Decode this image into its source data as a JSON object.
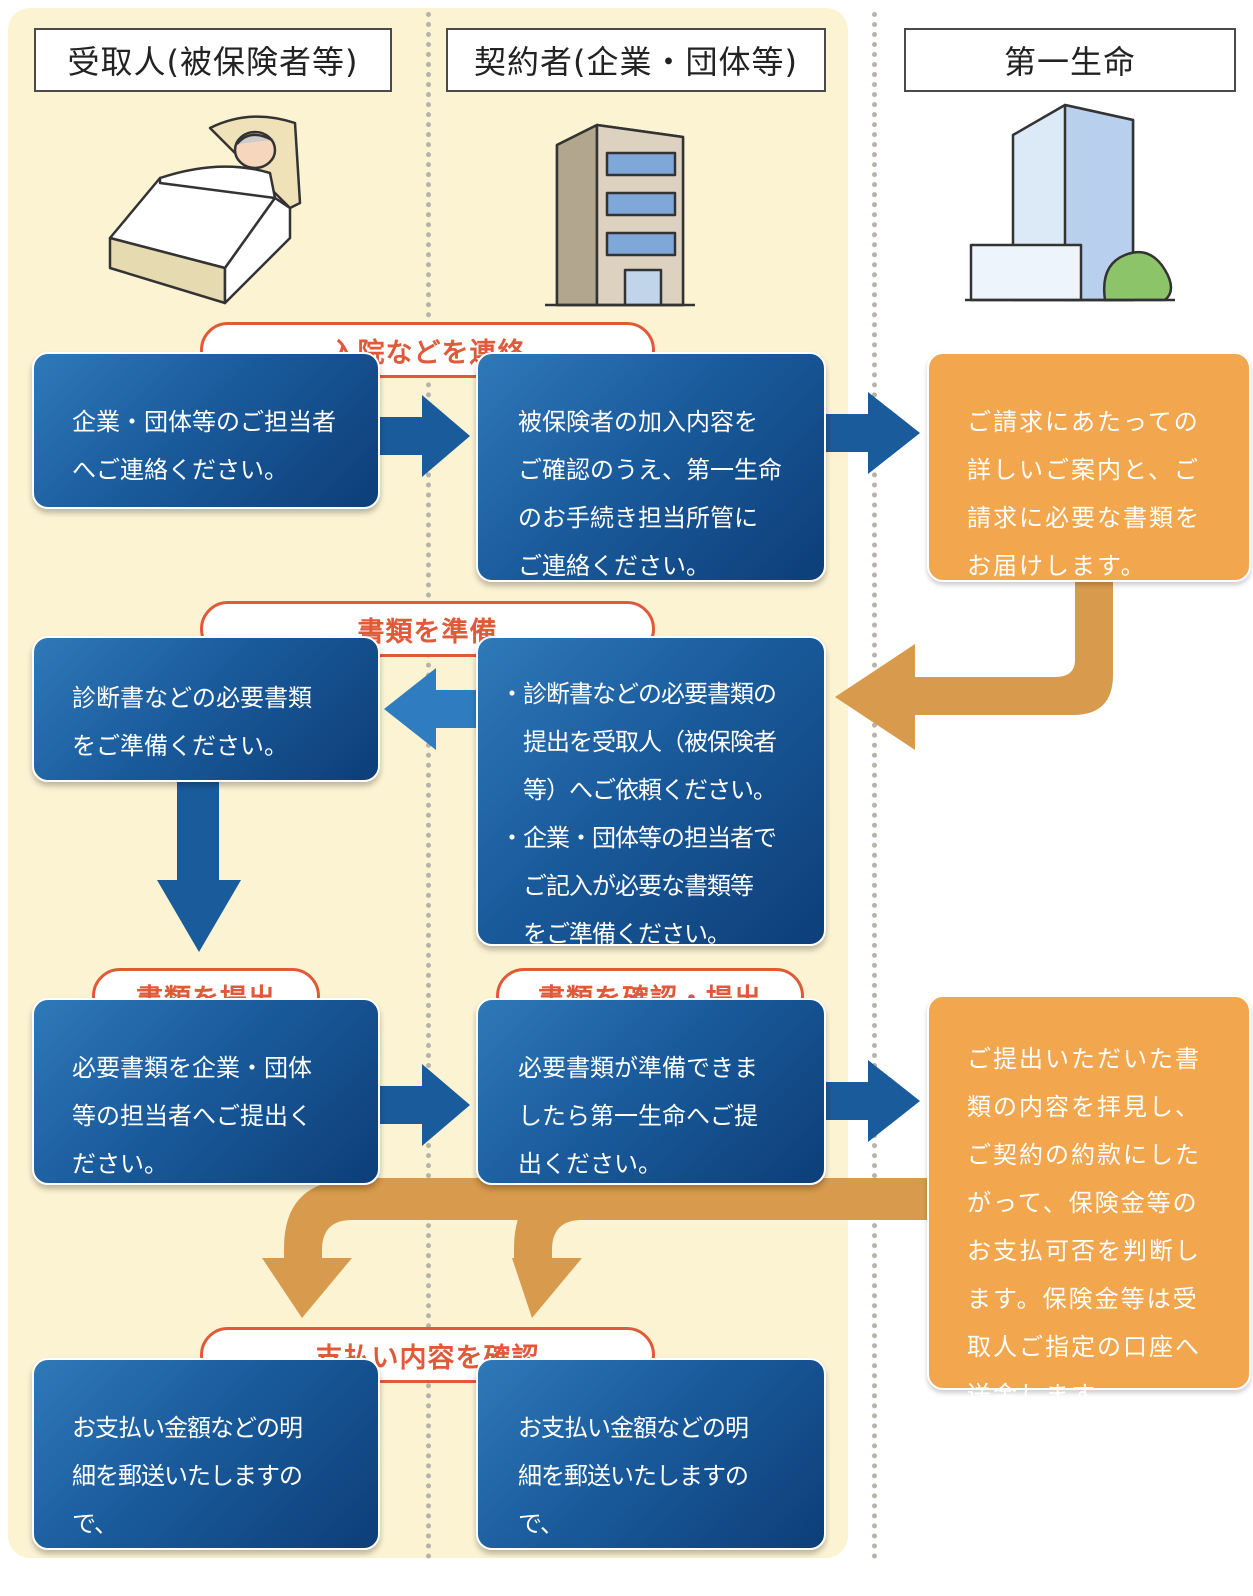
{
  "columns": {
    "recipient": "受取人(被保険者等)",
    "contractor": "契約者(企業・団体等)",
    "insurer": "第一生命"
  },
  "steps": {
    "contact": "入院などを連絡",
    "prepare": "書類を準備",
    "submit": "書類を提出",
    "confirm_submit": "書類を確認・提出",
    "check_payment": "支払い内容を確認"
  },
  "boxes": {
    "recipient_contact": "企業・団体等のご担当者\nへご連絡ください。",
    "contractor_contact": "被保険者の加入内容を\nご確認のうえ、第一生命\nのお手続き担当所管に\nご連絡ください。",
    "insurer_guide": "ご請求にあたっての\n詳しいご案内と、ご\n請求に必要な書類を\nお届けします。",
    "recipient_prepare": "診断書などの必要書類\nをご準備ください。",
    "contractor_prepare": "・診断書などの必要書類の\n　提出を受取人（被保険者\n　等）へご依頼ください。\n・企業・団体等の担当者で\n　ご記入が必要な書類等\n　をご準備ください。",
    "recipient_submit": "必要書類を企業・団体\n等の担当者へご提出く\nださい。",
    "contractor_submit": "必要書類が準備できま\nしたら第一生命へご提\n出ください。",
    "insurer_review": "ご提出いただいた書\n類の内容を拝見し、\nご契約の約款にした\nがって、保険金等の\nお支払可否を判断し\nます。保険金等は受\n取人ご指定の口座へ\n送金します。",
    "recipient_check": "お支払い金額などの明\n細を郵送いたしますので、\n内容をご確認ください。",
    "contractor_check": "お支払い金額などの明\n細を郵送いたしますので、\n内容をご確認ください。"
  },
  "colors": {
    "blue": "#1a5b9c",
    "orange": "#f2a74e",
    "pill_red": "#e05a3a",
    "cream": "#fcf3d2"
  },
  "icons": [
    "bed-patient-icon",
    "office-building-icon",
    "insurer-tower-icon"
  ]
}
